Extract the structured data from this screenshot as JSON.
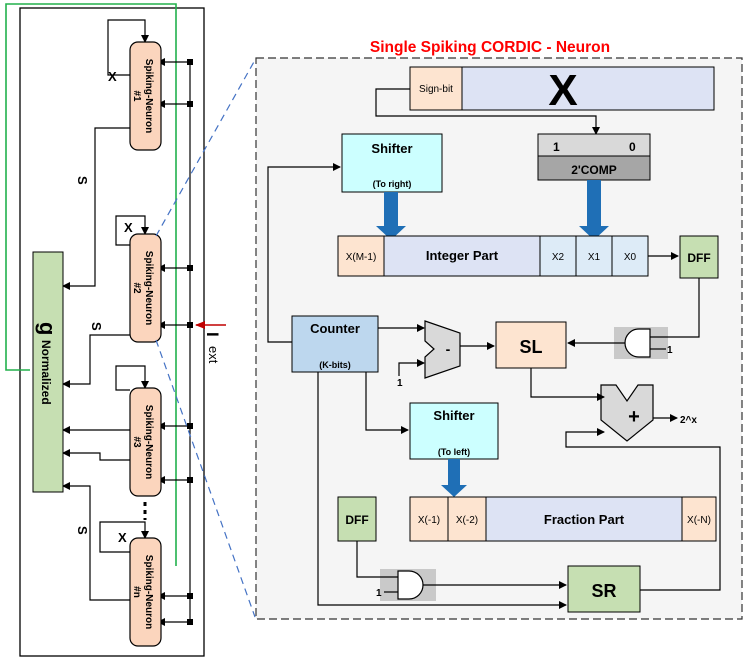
{
  "title": "Single Spiking CORDIC - Neuron",
  "left_panel": {
    "neurons": [
      "Spiking-Neuron #1",
      "Spiking-Neuron #2",
      "Spiking-Neuron #3",
      "Spiking-Neuron #n"
    ],
    "x_label": "X",
    "s_label": "S",
    "g_letter": "g",
    "g_subscript": "Normalized",
    "iext_I": "I",
    "iext_sub": "ext"
  },
  "right_panel": {
    "sign_bit": "Sign-bit",
    "x_big": "X",
    "shifter_right": {
      "title": "Shifter",
      "sub": "(To right)"
    },
    "twos_comp": {
      "one": "1",
      "zero": "0",
      "label": "2'COMP"
    },
    "integer_row": {
      "msb": "X(M-1)",
      "label": "Integer Part",
      "x2": "X2",
      "x1": "X1",
      "x0": "X0"
    },
    "dff": "DFF",
    "counter": {
      "title": "Counter",
      "sub": "(K-bits)"
    },
    "minus": "-",
    "plus": "+",
    "one": "1",
    "sl": "SL",
    "sr": "SR",
    "output": "2^x",
    "shifter_left": {
      "title": "Shifter",
      "sub": "(To left)"
    },
    "fraction_row": {
      "xm1": "X(-1)",
      "xm2": "X(-2)",
      "label": "Fraction Part",
      "xmn": "X(-N)"
    }
  },
  "colors": {
    "title_red": "#ff0000",
    "neuron_fill": "#fbd5bd",
    "g_fill": "#c6dfb2",
    "cyan_fill": "#ccffff",
    "lavender_fill": "#dde3f4",
    "peach_fill": "#fde4d0",
    "counter_fill": "#bdd7ee",
    "dff_fill": "#c6dfb2",
    "grey_fill": "#c9c9c9",
    "arrow_blue": "#1f6fb6",
    "green_line": "#22b14c",
    "dash_blue": "#4472c4"
  }
}
